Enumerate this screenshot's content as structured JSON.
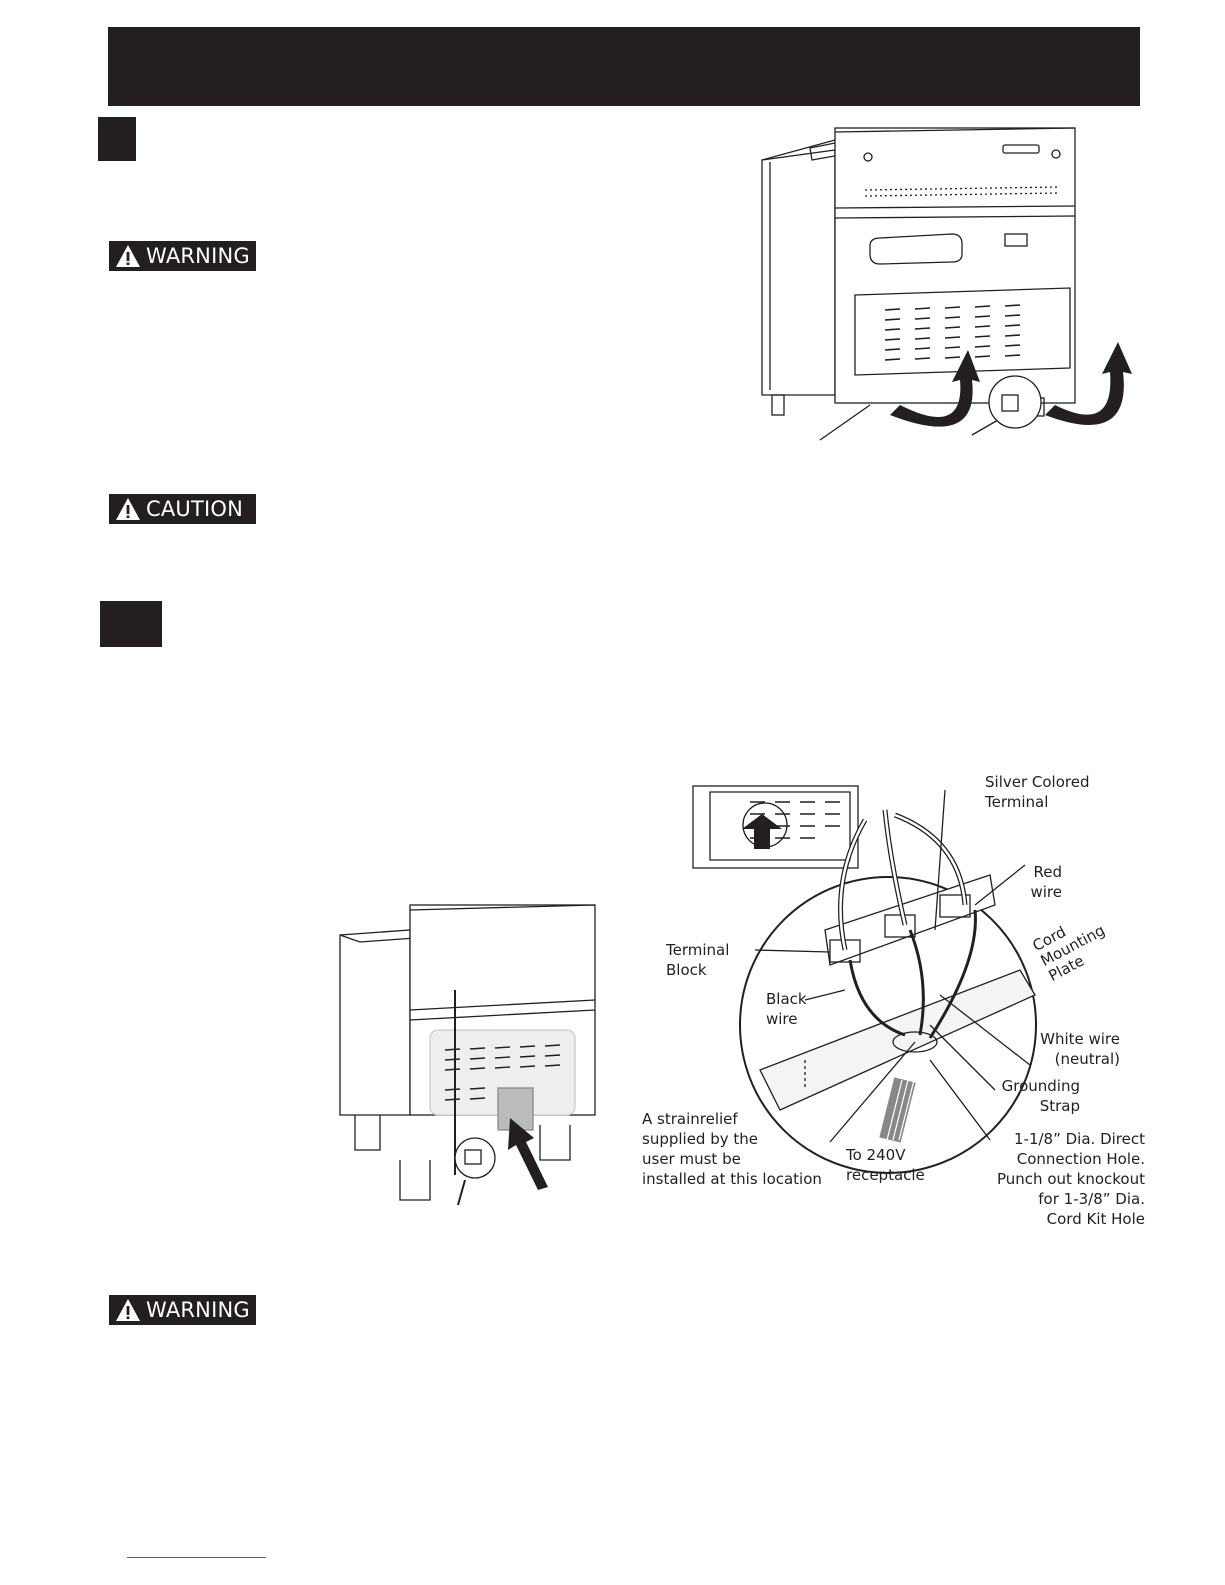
{
  "badges": {
    "warning_1": "WARNING",
    "caution": "CAUTION",
    "warning_2": "WARNING"
  },
  "icons": {
    "hazard": "warning-triangle-icon"
  },
  "wiring_diagram": {
    "silver_terminal": "Silver Colored\nTerminal",
    "red_wire": "Red\nwire",
    "terminal_block": "Terminal\nBlock",
    "black_wire": "Black\nwire",
    "cord_mounting_plate": "Cord\nMounting\nPlate",
    "white_wire": "White wire\n(neutral)",
    "grounding_strap": "Grounding\nStrap",
    "strain_relief": "A strainrelief\nsupplied by the\nuser must be\ninstalled at this location",
    "receptacle": "To 240V\nreceptacle",
    "connection_hole": "1-1/8” Dia. Direct\nConnection Hole.\nPunch out knockout\nfor 1-3/8” Dia.\nCord Kit Hole"
  }
}
